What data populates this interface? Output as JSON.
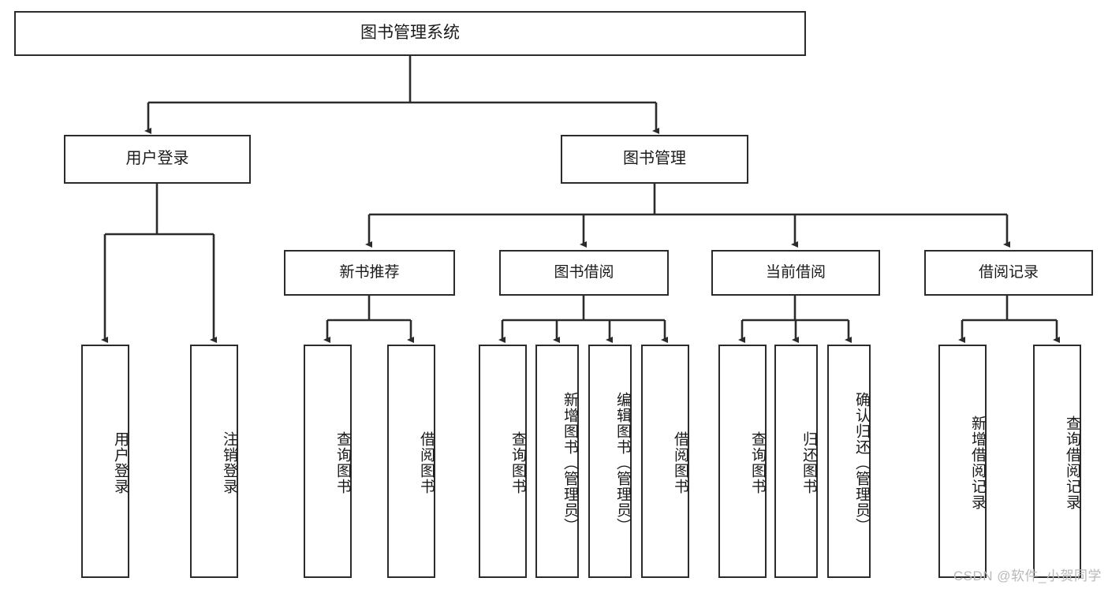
{
  "diagram": {
    "type": "hierarchy-tree",
    "title": "图书管理系统",
    "colors": {
      "background": "#ffffff",
      "node_border": "#2b2b2b",
      "node_fill": "#ffffff",
      "edge": "#2b2b2b",
      "text": "#1a1a1a",
      "watermark": "#b9b9b9"
    },
    "watermark": "CSDN @软件_小贺同学",
    "nodes": {
      "root": {
        "label": "图书管理系统"
      },
      "level1": [
        {
          "label": "用户登录"
        },
        {
          "label": "图书管理"
        }
      ],
      "level2": [
        {
          "label": "新书推荐"
        },
        {
          "label": "图书借阅"
        },
        {
          "label": "当前借阅"
        },
        {
          "label": "借阅记录"
        }
      ],
      "leaves": {
        "user_login": [
          {
            "label": "用户登录"
          },
          {
            "label": "注销登录"
          }
        ],
        "new_book_recommend": [
          {
            "label": "查询图书"
          },
          {
            "label": "借阅图书"
          }
        ],
        "book_borrow": [
          {
            "label": "查询图书"
          },
          {
            "label": "新增图书（管理员）"
          },
          {
            "label": "编辑图书（管理员）"
          },
          {
            "label": "借阅图书"
          }
        ],
        "current_borrow": [
          {
            "label": "查询图书"
          },
          {
            "label": "归还图书"
          },
          {
            "label": "确认归还（管理员）"
          }
        ],
        "borrow_record": [
          {
            "label": "新增借阅记录"
          },
          {
            "label": "查询借阅记录"
          }
        ]
      }
    }
  }
}
